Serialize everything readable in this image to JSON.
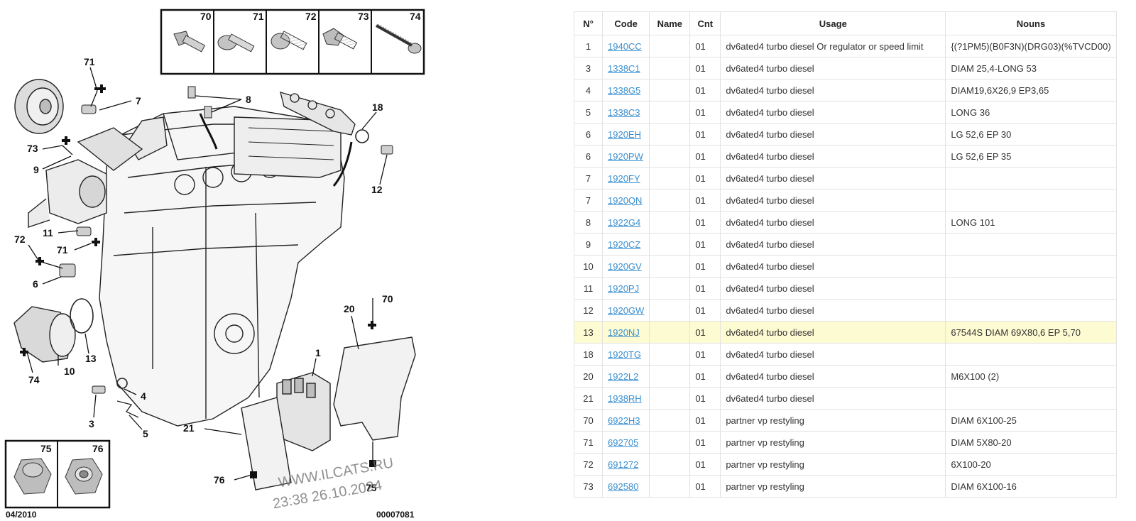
{
  "diagram": {
    "callouts": [
      "71",
      "7",
      "8",
      "18",
      "73",
      "9",
      "12",
      "72",
      "11",
      "71",
      "6",
      "20",
      "70",
      "13",
      "1",
      "74",
      "10",
      "4",
      "3",
      "5",
      "21",
      "76",
      "75"
    ],
    "hardware_boxes_top": [
      "70",
      "71",
      "72",
      "73",
      "74"
    ],
    "hardware_boxes_bottom": [
      "75",
      "76"
    ],
    "watermark_site": "WWW.ILCATS.RU",
    "watermark_time": "23:38 26.10.2024",
    "footer_left": "04/2010",
    "footer_right": "00007081"
  },
  "table": {
    "headers": [
      "N°",
      "Code",
      "Name",
      "Cnt",
      "Usage",
      "Nouns"
    ],
    "rows": [
      {
        "no": "1",
        "code": "1940CC",
        "name": "",
        "cnt": "01",
        "usage": "dv6ated4 turbo diesel Or regulator or speed limit",
        "nouns": "{(?1PM5)(B0F3N)(DRG03)(%TVCD00)"
      },
      {
        "no": "3",
        "code": "1338C1",
        "name": "",
        "cnt": "01",
        "usage": "dv6ated4 turbo diesel",
        "nouns": "DIAM 25,4-LONG 53"
      },
      {
        "no": "4",
        "code": "1338G5",
        "name": "",
        "cnt": "01",
        "usage": "dv6ated4 turbo diesel",
        "nouns": "DIAM19,6X26,9 EP3,65"
      },
      {
        "no": "5",
        "code": "1338C3",
        "name": "",
        "cnt": "01",
        "usage": "dv6ated4 turbo diesel",
        "nouns": "LONG 36"
      },
      {
        "no": "6",
        "code": "1920EH",
        "name": "",
        "cnt": "01",
        "usage": "dv6ated4 turbo diesel",
        "nouns": "LG 52,6 EP 30"
      },
      {
        "no": "6",
        "code": "1920PW",
        "name": "",
        "cnt": "01",
        "usage": "dv6ated4 turbo diesel",
        "nouns": "LG 52,6 EP 35"
      },
      {
        "no": "7",
        "code": "1920FY",
        "name": "",
        "cnt": "01",
        "usage": "dv6ated4 turbo diesel",
        "nouns": ""
      },
      {
        "no": "7",
        "code": "1920QN",
        "name": "",
        "cnt": "01",
        "usage": "dv6ated4 turbo diesel",
        "nouns": ""
      },
      {
        "no": "8",
        "code": "1922G4",
        "name": "",
        "cnt": "01",
        "usage": "dv6ated4 turbo diesel",
        "nouns": "LONG 101"
      },
      {
        "no": "9",
        "code": "1920CZ",
        "name": "",
        "cnt": "01",
        "usage": "dv6ated4 turbo diesel",
        "nouns": ""
      },
      {
        "no": "10",
        "code": "1920GV",
        "name": "",
        "cnt": "01",
        "usage": "dv6ated4 turbo diesel",
        "nouns": ""
      },
      {
        "no": "11",
        "code": "1920PJ",
        "name": "",
        "cnt": "01",
        "usage": "dv6ated4 turbo diesel",
        "nouns": ""
      },
      {
        "no": "12",
        "code": "1920GW",
        "name": "",
        "cnt": "01",
        "usage": "dv6ated4 turbo diesel",
        "nouns": ""
      },
      {
        "no": "13",
        "code": "1920NJ",
        "name": "",
        "cnt": "01",
        "usage": "dv6ated4 turbo diesel",
        "nouns": "67544S DIAM 69X80,6 EP 5,70",
        "highlighted": true
      },
      {
        "no": "18",
        "code": "1920TG",
        "name": "",
        "cnt": "01",
        "usage": "dv6ated4 turbo diesel",
        "nouns": ""
      },
      {
        "no": "20",
        "code": "1922L2",
        "name": "",
        "cnt": "01",
        "usage": "dv6ated4 turbo diesel",
        "nouns": "M6X100 (2)"
      },
      {
        "no": "21",
        "code": "1938RH",
        "name": "",
        "cnt": "01",
        "usage": "dv6ated4 turbo diesel",
        "nouns": ""
      },
      {
        "no": "70",
        "code": "6922H3",
        "name": "",
        "cnt": "01",
        "usage": "partner vp restyling",
        "nouns": "DIAM 6X100-25"
      },
      {
        "no": "71",
        "code": "692705",
        "name": "",
        "cnt": "01",
        "usage": "partner vp restyling",
        "nouns": "DIAM 5X80-20"
      },
      {
        "no": "72",
        "code": "691272",
        "name": "",
        "cnt": "01",
        "usage": "partner vp restyling",
        "nouns": "6X100-20"
      },
      {
        "no": "73",
        "code": "692580",
        "name": "",
        "cnt": "01",
        "usage": "partner vp restyling",
        "nouns": "DIAM 6X100-16"
      }
    ]
  },
  "colors": {
    "link": "#3a8fd0",
    "highlight_row": "#fdfbd2",
    "border": "#e2e2e2"
  }
}
